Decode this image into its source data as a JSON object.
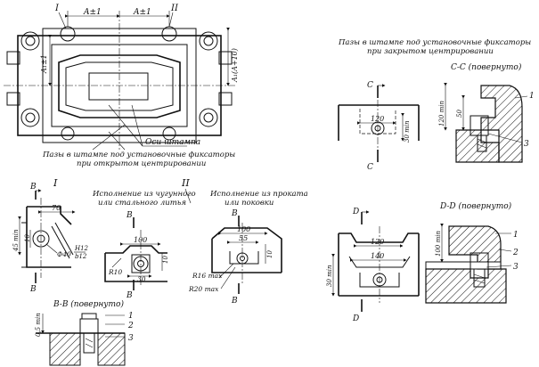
{
  "top_view": {
    "mark_I": "I",
    "mark_II": "II",
    "dim_a1_left": "A±1",
    "dim_a1_right": "A±1",
    "dim_a1_vert": "A₁±1",
    "dim_a1_a10": "A₁(A+10)",
    "axes_label": "Оси штампа",
    "caption": [
      "Пазы в штампе под установочные фиксаторы",
      "при открытом центрировании"
    ]
  },
  "detail_I": {
    "title": "I",
    "sec_mark_top": "B",
    "sec_mark_bottom": "B",
    "dim_70": "70",
    "dim_45min": "45 min",
    "dim_10": "10",
    "hole_label": "Ф40",
    "fit_h12": "H12",
    "fit_b12": "b12"
  },
  "detail_II": {
    "title": "II",
    "caption_cast": [
      "Исполнение из чугунного",
      "или стального литья"
    ],
    "caption_rolled": [
      "Исполнение из проката",
      "или поковки"
    ],
    "cast": {
      "dim_100": "100",
      "dim_10": "10",
      "dim_30": "30",
      "r10": "R10",
      "mark_top": "B",
      "mark_bottom": "B"
    },
    "rolled": {
      "dim_100": "100",
      "dim_55": "55",
      "dim_10": "10",
      "r16": "R16 max",
      "r20": "R20 max",
      "mark_top": "B",
      "mark_bottom": "B"
    }
  },
  "section_BB": {
    "title": "B-B (повернуто)",
    "dim_05min": "0,5 min",
    "callouts": [
      "1",
      "2",
      "3"
    ]
  },
  "section_CC": {
    "caption": [
      "Пазы в штампе под установочные фиксаторы",
      "при закрытом центрировании"
    ],
    "title": "C-C (повернуто)",
    "mark_top": "C",
    "mark_bottom": "C",
    "dim_120": "120",
    "dim_30min": "30 min",
    "dim_120min": "120 min",
    "dim_50": "50",
    "callouts": [
      "1",
      "3"
    ]
  },
  "section_DD": {
    "title": "D-D (повернуто)",
    "mark_top": "D",
    "mark_bottom": "D",
    "dim_120": "120",
    "dim_140": "140",
    "dim_30min": "30 min",
    "dim_100min": "100 min",
    "callouts": [
      "1",
      "2",
      "3"
    ]
  }
}
